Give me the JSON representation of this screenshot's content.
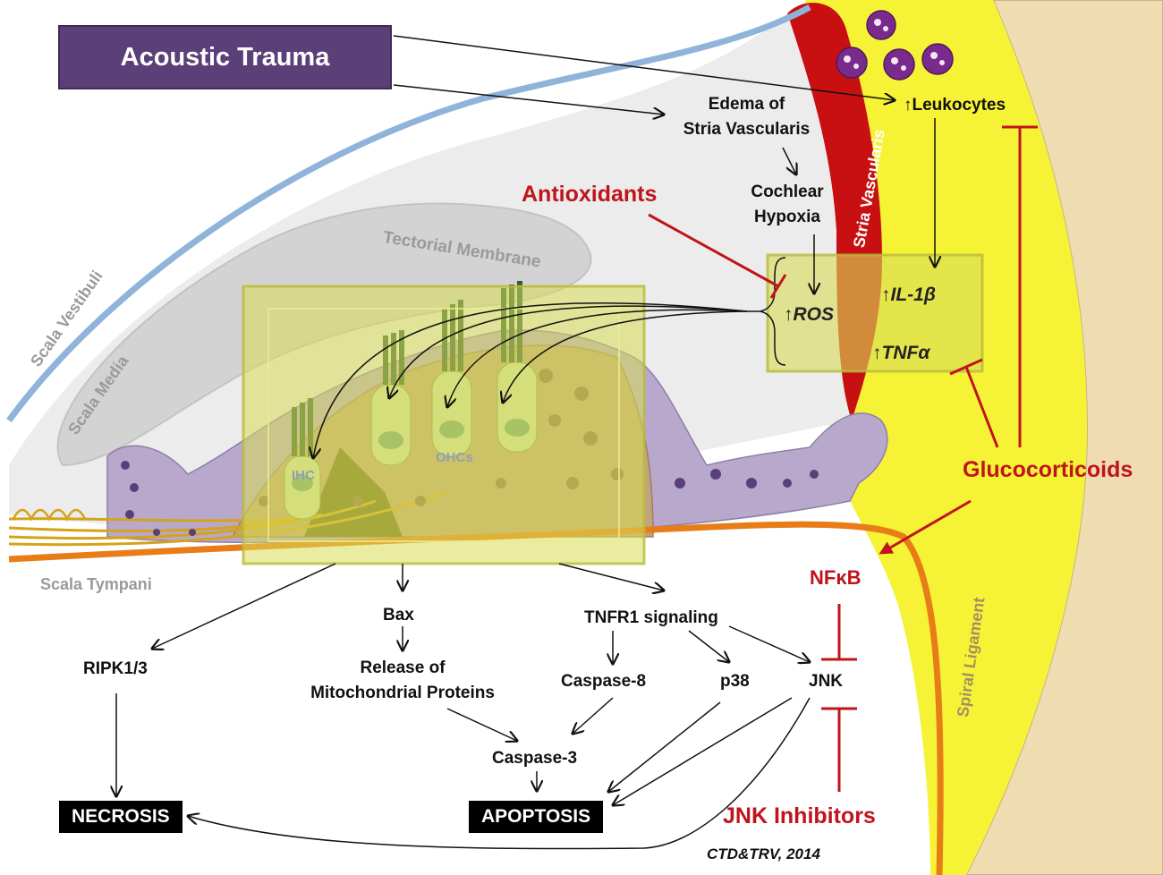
{
  "title": "Acoustic Trauma",
  "colors": {
    "title_box": "#5b3f78",
    "inhibitor_red": "#c0141c",
    "stria": "#c80f12",
    "spiral_ligament": "#efdcb0",
    "highlight_yellow": "#d8dc56",
    "organ_tissue": "#c2a37d",
    "support_cells": "#b8a8cc",
    "basilar_membrane": "#e87d17",
    "reissner_membrane": "#8fb3d9",
    "tectorial_membrane": "#cfcfcf"
  },
  "anatomy": {
    "tectorial_membrane": "Tectorial Membrane",
    "scala_vestibuli": "Scala Vestibuli",
    "scala_media": "Scala Media",
    "scala_tympani": "Scala Tympani",
    "stria_vascularis": "Stria Vascularis",
    "spiral_ligament": "Spiral Ligament",
    "ihc": "IHC",
    "ohcs": "OHCs"
  },
  "nodes": {
    "edema_1": "Edema of",
    "edema_2": "Stria Vascularis",
    "hypoxia_1": "Cochlear",
    "hypoxia_2": "Hypoxia",
    "leukocytes": "↑Leukocytes",
    "ros": "↑ROS",
    "il1b": "↑IL-1β",
    "tnfa": "↑TNFα",
    "bax": "Bax",
    "release_1": "Release of",
    "release_2": "Mitochondrial Proteins",
    "tnfr1": "TNFR1 signaling",
    "ripk": "RIPK1/3",
    "casp8": "Caspase-8",
    "p38": "p38",
    "jnk": "JNK",
    "casp3": "Caspase-3",
    "necrosis": "NECROSIS",
    "apoptosis": "APOPTOSIS"
  },
  "interventions": {
    "antioxidants": "Antioxidants",
    "glucocorticoids": "Glucocorticoids",
    "nfkb": "NFκB",
    "jnk_inhibitors": "JNK Inhibitors"
  },
  "credit": "CTD&TRV, 2014"
}
